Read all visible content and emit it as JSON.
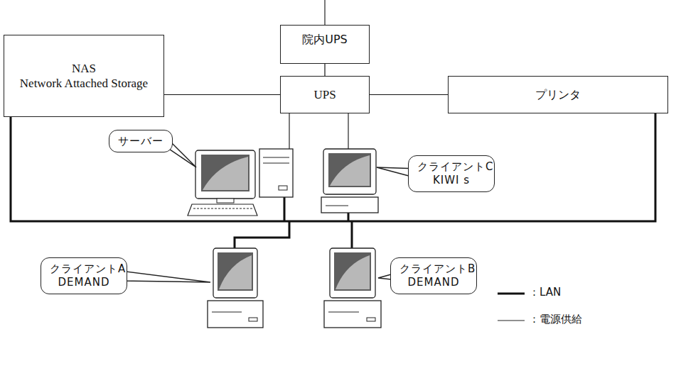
{
  "diagram": {
    "nodes": [
      {
        "text": [
          "院内UPS"
        ]
      },
      {
        "text": [
          "NAS",
          "Network Attached Storage"
        ]
      },
      {
        "text": [
          "UPS"
        ]
      },
      {
        "text": [
          "プリンタ"
        ]
      },
      {
        "text": [
          "サーバー"
        ]
      },
      {
        "text": [
          "クライアントC KIWI s"
        ]
      },
      {
        "text": [
          "クライアントA DEMAND"
        ]
      },
      {
        "text": [
          "クライアントB DEMAND"
        ]
      }
    ],
    "edges": [
      {
        "from": 0,
        "to": 2,
        "arrow": "none"
      },
      {
        "from": 2,
        "to": 1,
        "arrow": "none"
      },
      {
        "from": 2,
        "to": 3,
        "arrow": "none"
      },
      {
        "from": 1,
        "to": 3,
        "arrow": "none"
      }
    ],
    "legend": [
      {
        "text": "：LAN"
      },
      {
        "text": "：電源供給"
      }
    ]
  }
}
